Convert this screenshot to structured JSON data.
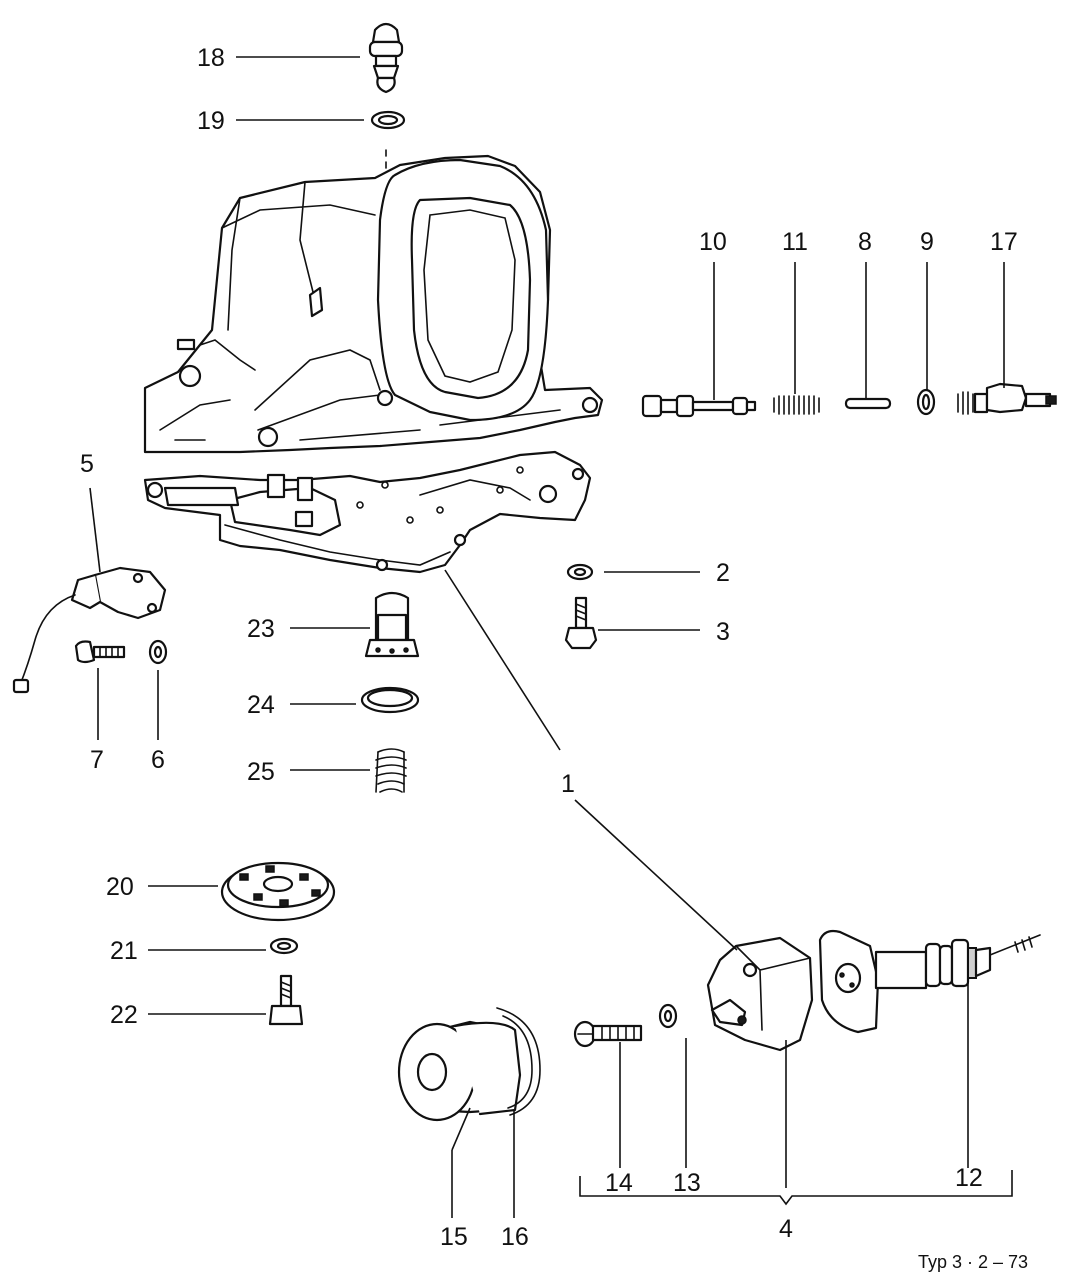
{
  "labels": {
    "l1": "1",
    "l2": "2",
    "l3": "3",
    "l4": "4",
    "l5": "5",
    "l6": "6",
    "l7": "7",
    "l8": "8",
    "l9": "9",
    "l10": "10",
    "l11": "11",
    "l12": "12",
    "l13": "13",
    "l14": "14",
    "l15": "15",
    "l16": "16",
    "l17": "17",
    "l18": "18",
    "l19": "19",
    "l20": "20",
    "l21": "21",
    "l22": "22",
    "l23": "23",
    "l24": "24",
    "l25": "25"
  },
  "footer": "Typ 3 · 2 – 73"
}
